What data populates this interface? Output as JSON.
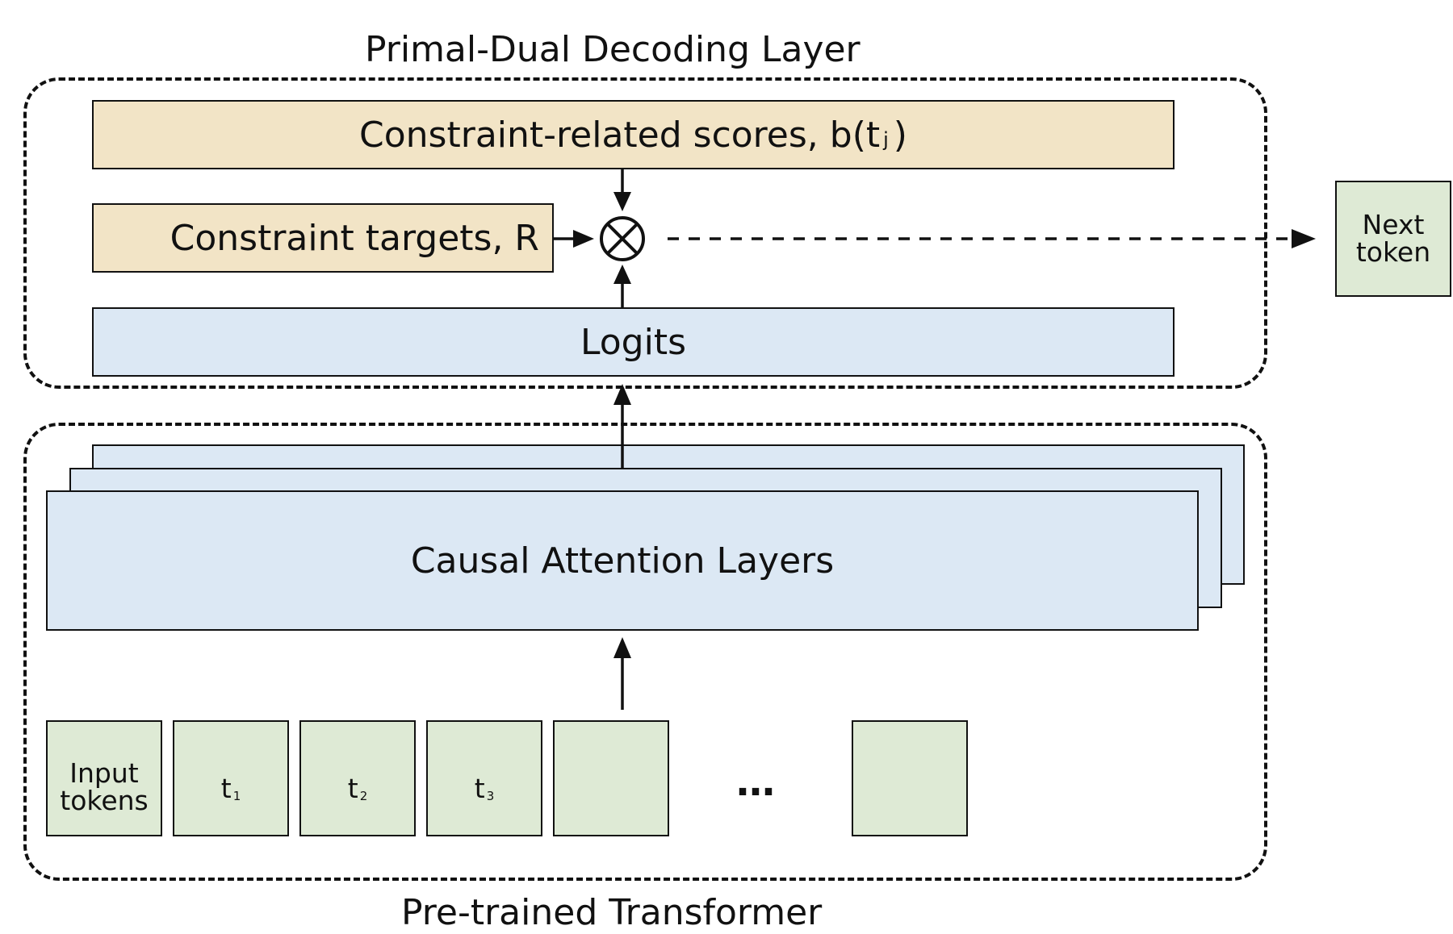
{
  "titles": {
    "decoding_layer": "Primal-Dual Decoding Layer",
    "transformer": "Pre-trained Transformer"
  },
  "boxes": {
    "scores_label": "Constraint-related scores, b(t",
    "scores_sub": "j",
    "scores_close": ")",
    "targets": "Constraint targets, R",
    "logits": "Logits",
    "attention": "Causal Attention Layers",
    "next_token_line1": "Next",
    "next_token_line2": "token"
  },
  "tokens": {
    "input_line1": "Input",
    "input_line2": "tokens",
    "t": "t",
    "subscripts": [
      "1",
      "2",
      "3"
    ],
    "ellipsis": "…"
  },
  "icons": {
    "combine": "circled-times-icon"
  },
  "colors": {
    "tan": "#f2e4c6",
    "blue": "#dce8f4",
    "green": "#deead5",
    "stroke": "#111111"
  }
}
